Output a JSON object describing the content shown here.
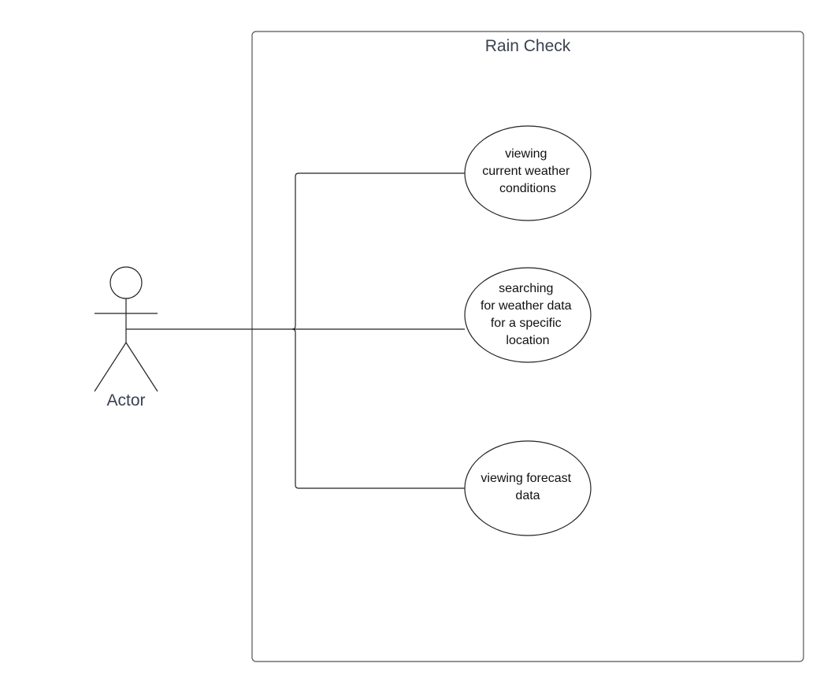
{
  "system": {
    "title": "Rain Check"
  },
  "actor": {
    "label": "Actor"
  },
  "use_cases": [
    {
      "lines": [
        "viewing",
        "current weather",
        "conditions"
      ]
    },
    {
      "lines": [
        "searching",
        "for weather data",
        "for a specific",
        "location"
      ]
    },
    {
      "lines": [
        "viewing forecast",
        "data"
      ]
    }
  ],
  "colors": {
    "title_text": "#3a4150",
    "line": "#222222",
    "boundary": "#555555"
  }
}
